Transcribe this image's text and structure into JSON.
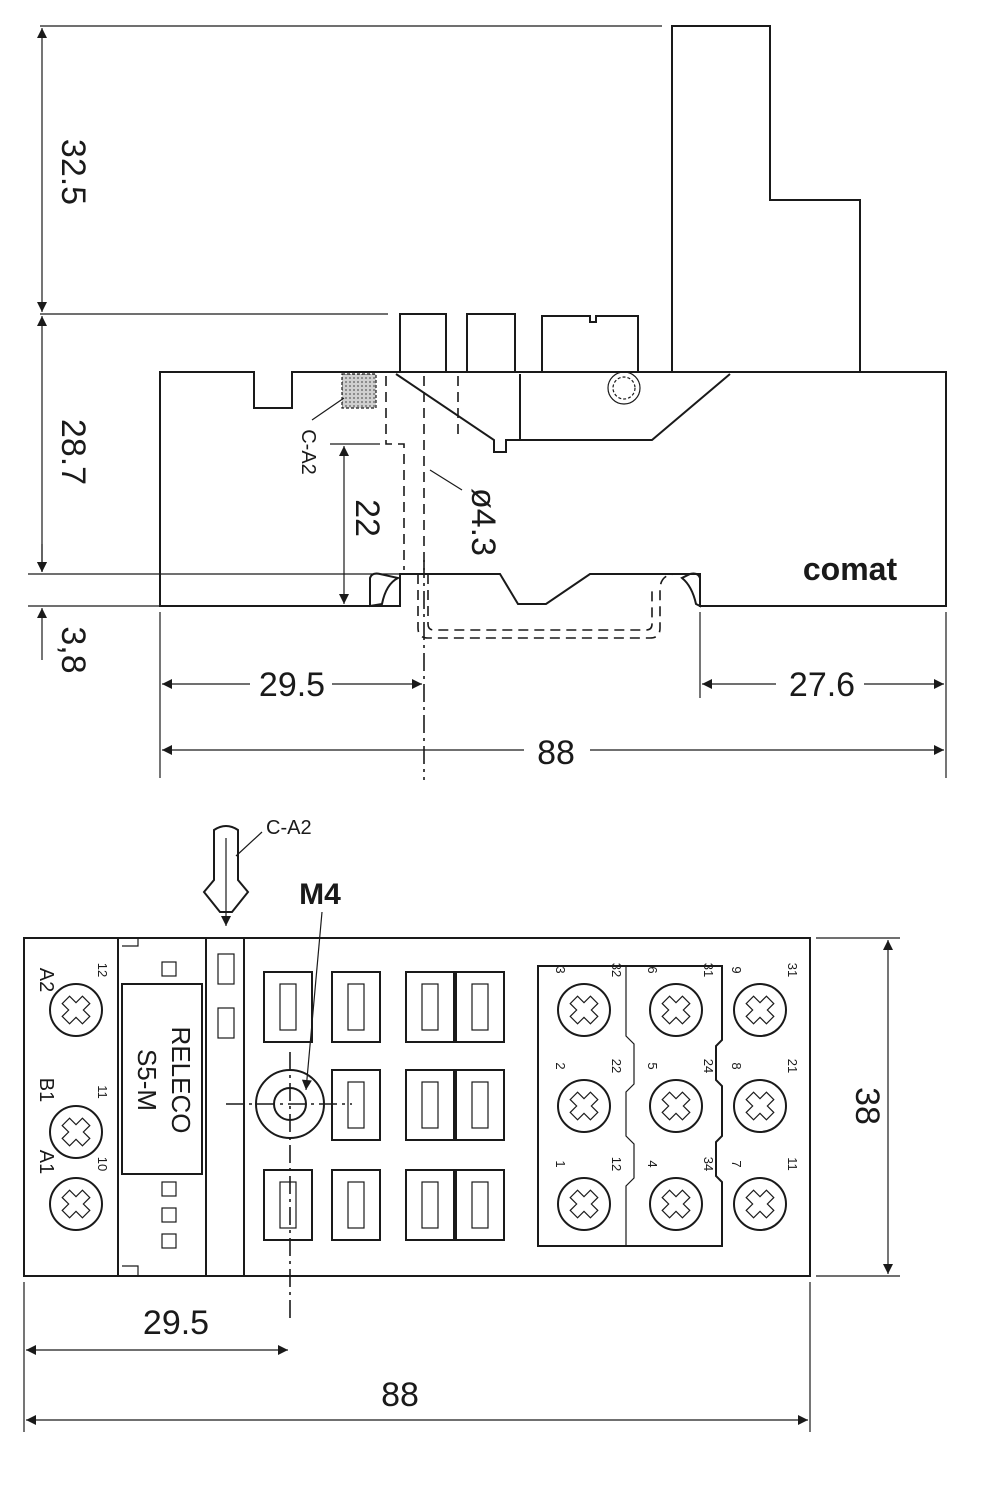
{
  "side_view": {
    "dim_height_top": "32.5",
    "dim_height_mid": "28.7",
    "dim_height_bottom": "3,8",
    "dim_rail": "22",
    "dim_hole": "ø4.3",
    "label_clamp": "C-A2",
    "dim_left": "29.5",
    "dim_right": "27.6",
    "dim_total": "88",
    "brand": "comat"
  },
  "top_view": {
    "label_clamp": "C-A2",
    "label_screw": "M4",
    "dim_height": "38",
    "dim_left": "29.5",
    "dim_total": "88",
    "module_line1": "RELECO",
    "module_line2": "S5-M",
    "left_terminals": [
      "A2",
      "B1",
      "A1"
    ],
    "left_numbers": [
      "12",
      "11",
      "10"
    ],
    "relay_terminals": [
      "3",
      "32",
      "6",
      "31",
      "9",
      "31",
      "2",
      "22",
      "5",
      "24",
      "8",
      "21",
      "1",
      "12",
      "4",
      "34",
      "7",
      "11"
    ]
  },
  "colors": {
    "ink": "#1a1a1a",
    "paper": "#ffffff",
    "hatch": "#9a9a9a"
  }
}
